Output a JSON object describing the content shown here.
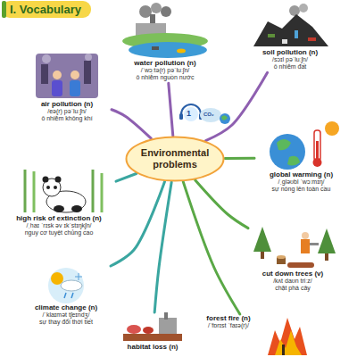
{
  "diagram": {
    "title": "I. Vocabulary",
    "nodes": [
      {
        "text": [
          "Environmental problems"
        ]
      },
      {
        "text": [
          "water pollution (n)",
          "/ˈwɔːtə(r) pəˈluːʃn/",
          "ô nhiễm nguồn nước"
        ]
      },
      {
        "text": [
          "soil pollution (n)",
          "/sɔɪl pəˈluːʃn/",
          "ô nhiễm đất"
        ]
      },
      {
        "text": [
          "air pollution (n)",
          "/eə(r) pəˈluːʃn/",
          "ô nhiễm không khí"
        ]
      },
      {
        "text": [
          "global warming (n)",
          "/ˌɡləʊbl ˈwɔːmɪŋ/",
          "sự nóng lên toàn cầu"
        ]
      },
      {
        "text": [
          "high risk of extinction (n)",
          "/ˌhaɪ ˈrɪsk əv ɪkˈstɪŋkʃn/",
          "nguy cơ tuyệt chủng cao"
        ]
      },
      {
        "text": [
          "cut down trees (v)",
          "/kʌt daʊn triːz/",
          "chặt phá cây"
        ]
      },
      {
        "text": [
          "climate change (n)",
          "/ˈklaɪmət tʃeɪndʒ/",
          "sự thay đổi thời tiết"
        ]
      },
      {
        "text": [
          "habitat loss (n)"
        ]
      },
      {
        "text": [
          "forest fire (n)",
          "/ˈfɒrɪst ˈfaɪə(r)/"
        ]
      }
    ],
    "edges": [
      {
        "from": 0,
        "to": 1,
        "arrow": "none"
      },
      {
        "from": 0,
        "to": 2,
        "arrow": "none"
      },
      {
        "from": 0,
        "to": 3,
        "arrow": "none"
      },
      {
        "from": 0,
        "to": 4,
        "arrow": "none"
      },
      {
        "from": 0,
        "to": 5,
        "arrow": "none"
      },
      {
        "from": 0,
        "to": 6,
        "arrow": "none"
      },
      {
        "from": 0,
        "to": 7,
        "arrow": "none"
      },
      {
        "from": 0,
        "to": 8,
        "arrow": "none"
      },
      {
        "from": 0,
        "to": 9,
        "arrow": "none"
      }
    ],
    "labels": [
      "1",
      "CO₂"
    ]
  }
}
